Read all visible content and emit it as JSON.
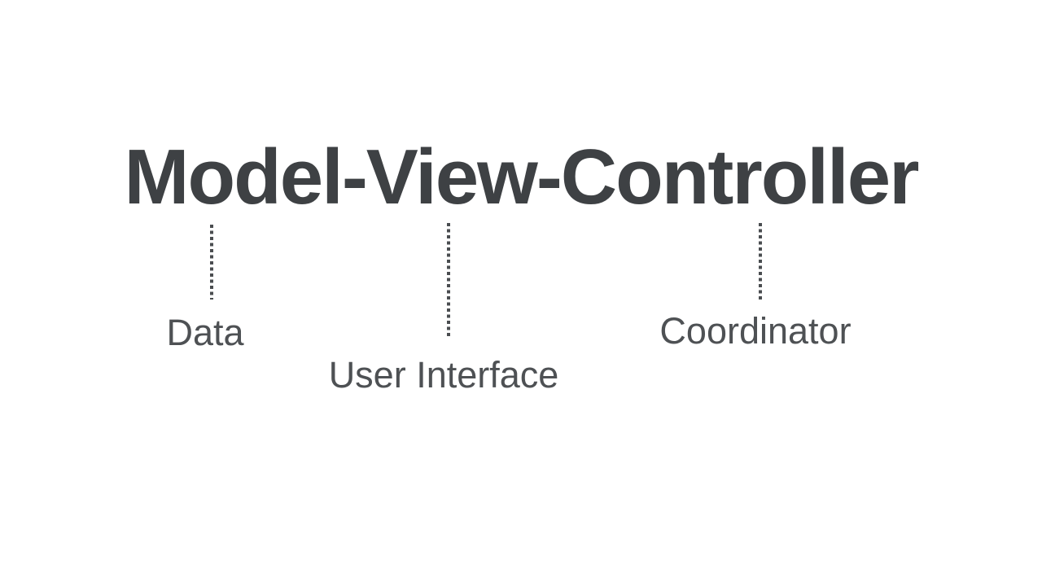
{
  "page": {
    "background_color": "#ffffff"
  },
  "diagram": {
    "title": "Model-View-Controller",
    "title_color": "#3e4144",
    "label_color": "#4e5154",
    "connector_color": "#4a4d50",
    "connector_style": "dotted-vertical",
    "items": [
      {
        "term": "Model",
        "label": "Data"
      },
      {
        "term": "View",
        "label": "User Interface"
      },
      {
        "term": "Controller",
        "label": "Coordinator"
      }
    ]
  }
}
